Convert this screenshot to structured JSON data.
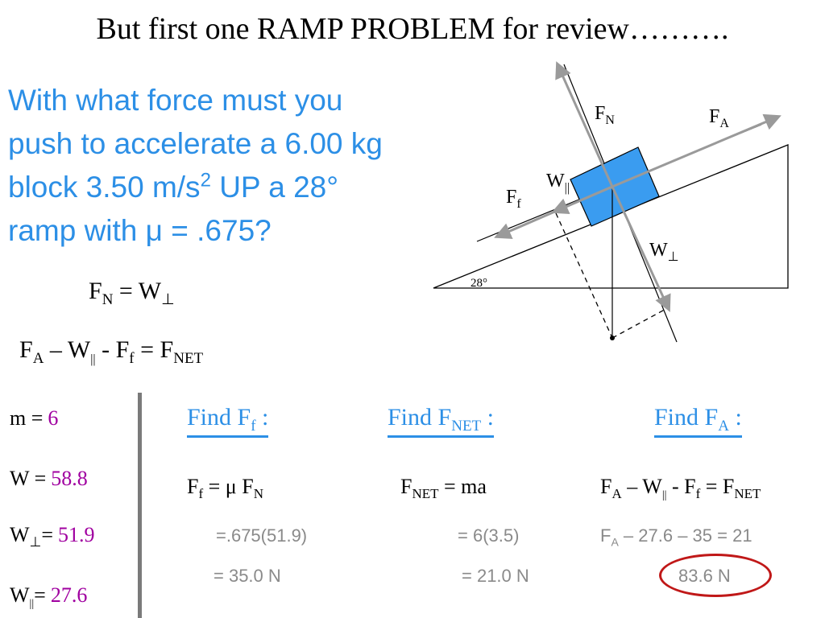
{
  "title": "But first one RAMP PROBLEM for review……….",
  "question": {
    "line1": "With what force must you",
    "line2": "push to accelerate a 6.00 kg",
    "line3a": "block 3.50 m/s",
    "line3sup": "2",
    "line3b": " UP a 28°",
    "line4": "ramp with μ = .675?"
  },
  "equations": {
    "eq1": {
      "a": "F",
      "a_sub": "N",
      "mid": " = W",
      "b_sub": "⊥"
    },
    "eq2": {
      "a": "F",
      "a_sub": "A",
      "p1": " – W",
      "p1_sub": "||",
      "p2": " - F",
      "p2_sub": "f",
      "p3": "  = F",
      "p3_sub": "NET"
    }
  },
  "givens": [
    {
      "label": "m =",
      "label_sub": "",
      "value": "6"
    },
    {
      "label": "W =",
      "label_sub": "",
      "value": "58.8"
    },
    {
      "label": "W",
      "label_sub": "⊥",
      "label_tail": "=",
      "value": "51.9"
    },
    {
      "label": "W",
      "label_sub": "||",
      "label_tail": "=",
      "value": "27.6"
    }
  ],
  "find": {
    "ff": {
      "head": "Find F",
      "sub": "f",
      "tail": " :"
    },
    "fnet": {
      "head": "Find F",
      "sub": "NET",
      "tail": " :"
    },
    "fa": {
      "head": "Find F",
      "sub": "A",
      "tail": " :"
    }
  },
  "formulas": {
    "ff": {
      "a": "F",
      "a_sub": "f",
      "b": " = μ F",
      "b_sub": "N"
    },
    "fnet": {
      "a": "F",
      "a_sub": "NET",
      "b": " = ma"
    },
    "fa": {
      "a": "F",
      "a_sub": "A",
      "b": " – W",
      "b_sub": "||",
      "c": " - F",
      "c_sub": "f",
      "d": "  = F",
      "d_sub": "NET"
    }
  },
  "calcs": {
    "ff_1": "=.675(51.9)",
    "ff_2": "= 35.0 N",
    "fnet_1": "= 6(3.5)",
    "fnet_2": "= 21.0 N",
    "fa_1a": "F",
    "fa_1sub": "A",
    "fa_1b": " – 27.6 – 35  = 21",
    "fa_answer": "83.6 N"
  },
  "diagram": {
    "label_fn": "F",
    "label_fn_sub": "N",
    "label_fa": "F",
    "label_fa_sub": "A",
    "label_ff": "F",
    "label_ff_sub": "f",
    "label_wpar": "W",
    "label_wpar_sub": "||",
    "label_wperp": "W",
    "label_wperp_sub": "⊥",
    "label_angle": "28°"
  },
  "colors": {
    "question_blue": "#2c8fe6",
    "value_purple": "#a000a0",
    "calc_gray": "#8a8a8a",
    "answer_circle": "#c01818",
    "block_blue": "#3a9cf0"
  }
}
